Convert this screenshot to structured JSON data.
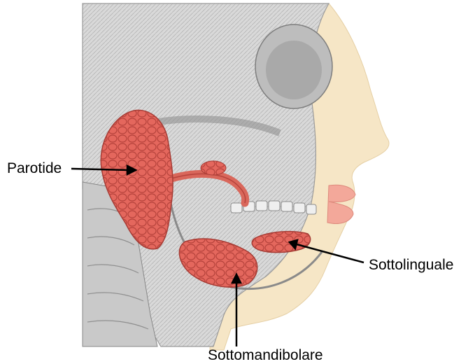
{
  "labels": {
    "parotide": "Parotide",
    "sottolinguale": "Sottolinguale",
    "sottomandibolare": "Sottomandibolare"
  },
  "colors": {
    "gland": "#e4675d",
    "gland_dark": "#b6433c",
    "skin": "#f6e6c6",
    "bone": "#d8d8d8",
    "bone_dark": "#8f8f8f",
    "lips": "#f3a89a",
    "leader_line": "#000000"
  }
}
